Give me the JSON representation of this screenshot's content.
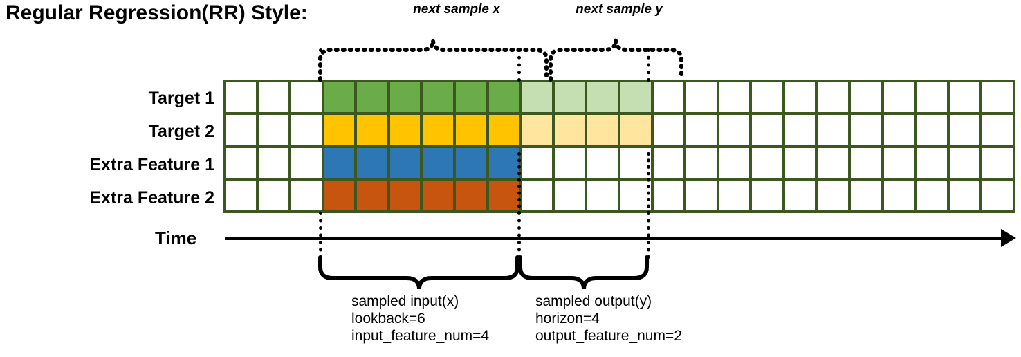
{
  "title": "Regular Regression(RR) Style:",
  "top_labels": {
    "next_sample_x": "next sample x",
    "next_sample_y": "next sample y"
  },
  "rows": [
    {
      "label": "Target 1",
      "fill_solid": "#6aac48",
      "fill_light": "#c5dfb3"
    },
    {
      "label": "Target 2",
      "fill_solid": "#ffc300",
      "fill_light": "#ffe59e"
    },
    {
      "label": "Extra Feature 1",
      "fill_solid": "#2e77b5",
      "fill_light": null
    },
    {
      "label": "Extra Feature 2",
      "fill_solid": "#c8550f",
      "fill_light": null
    }
  ],
  "grid": {
    "total_cells": 24,
    "lead_blank_cells": 3,
    "input_cells": 6,
    "output_cells": 4,
    "trailing_blank_cells": 11,
    "border_color": "#3d5720",
    "empty_color": "#ffffff"
  },
  "time_axis": {
    "label": "Time"
  },
  "captions": {
    "input": {
      "line1": "sampled input(x)",
      "line2": "lookback=6",
      "line3": "input_feature_num=4"
    },
    "output": {
      "line1": "sampled output(y)",
      "line2": "horizon=4",
      "line3": "output_feature_num=2"
    }
  },
  "chart_data": {
    "type": "table",
    "title": "Regular Regression(RR) Style:",
    "categories": [
      "Target 1",
      "Target 2",
      "Extra Feature 1",
      "Extra Feature 2"
    ],
    "series": [
      {
        "name": "Target 1",
        "values": [
          "blank",
          "blank",
          "blank",
          "input",
          "input",
          "input",
          "input",
          "input",
          "input",
          "output",
          "output",
          "output",
          "output",
          "blank",
          "blank",
          "blank",
          "blank",
          "blank",
          "blank",
          "blank",
          "blank",
          "blank",
          "blank",
          "blank"
        ]
      },
      {
        "name": "Target 2",
        "values": [
          "blank",
          "blank",
          "blank",
          "input",
          "input",
          "input",
          "input",
          "input",
          "input",
          "output",
          "output",
          "output",
          "output",
          "blank",
          "blank",
          "blank",
          "blank",
          "blank",
          "blank",
          "blank",
          "blank",
          "blank",
          "blank",
          "blank"
        ]
      },
      {
        "name": "Extra Feature 1",
        "values": [
          "blank",
          "blank",
          "blank",
          "input",
          "input",
          "input",
          "input",
          "input",
          "input",
          "blank",
          "blank",
          "blank",
          "blank",
          "blank",
          "blank",
          "blank",
          "blank",
          "blank",
          "blank",
          "blank",
          "blank",
          "blank",
          "blank",
          "blank"
        ]
      },
      {
        "name": "Extra Feature 2",
        "values": [
          "blank",
          "blank",
          "blank",
          "input",
          "input",
          "input",
          "input",
          "input",
          "input",
          "blank",
          "blank",
          "blank",
          "blank",
          "blank",
          "blank",
          "blank",
          "blank",
          "blank",
          "blank",
          "blank",
          "blank",
          "blank",
          "blank",
          "blank"
        ]
      }
    ],
    "xlabel": "Time",
    "ylabel": "",
    "annotations": [
      "next sample x",
      "next sample y",
      "sampled input(x) lookback=6 input_feature_num=4",
      "sampled output(y) horizon=4 output_feature_num=2"
    ],
    "grid": true,
    "legend": "none"
  }
}
